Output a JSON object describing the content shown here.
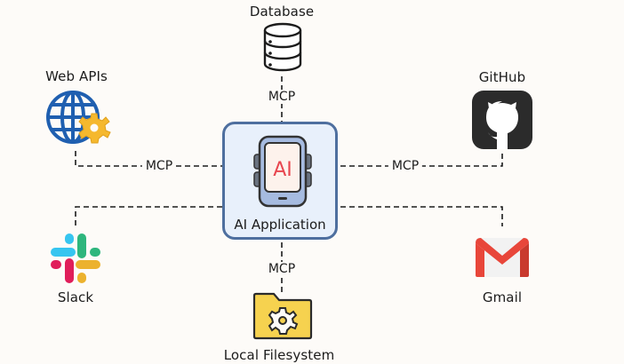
{
  "diagram": {
    "center": {
      "label": "AI Application",
      "icon": "tablet-ai-icon",
      "icon_text": "AI"
    },
    "connector_label": "MCP",
    "nodes": [
      {
        "id": "database",
        "label": "Database",
        "icon": "database-icon",
        "connection": "MCP"
      },
      {
        "id": "web-apis",
        "label": "Web APIs",
        "icon": "globe-gear-icon",
        "connection": "MCP"
      },
      {
        "id": "github",
        "label": "GitHub",
        "icon": "github-icon",
        "connection": "MCP"
      },
      {
        "id": "slack",
        "label": "Slack",
        "icon": "slack-icon",
        "connection": ""
      },
      {
        "id": "gmail",
        "label": "Gmail",
        "icon": "gmail-icon",
        "connection": ""
      },
      {
        "id": "local-filesystem",
        "label": "Local Filesystem",
        "icon": "folder-gear-icon",
        "connection": "MCP"
      }
    ],
    "colors": {
      "background": "#fdfbf8",
      "center_border": "#4e6f9f",
      "center_fill": "#e8f0fb",
      "ai_text": "#e8464f",
      "globe": "#1f5fb0",
      "gear": "#f5b82e",
      "github": "#2b2b2b",
      "folder": "#f6d24f",
      "gmail_red": "#e8463a"
    }
  }
}
